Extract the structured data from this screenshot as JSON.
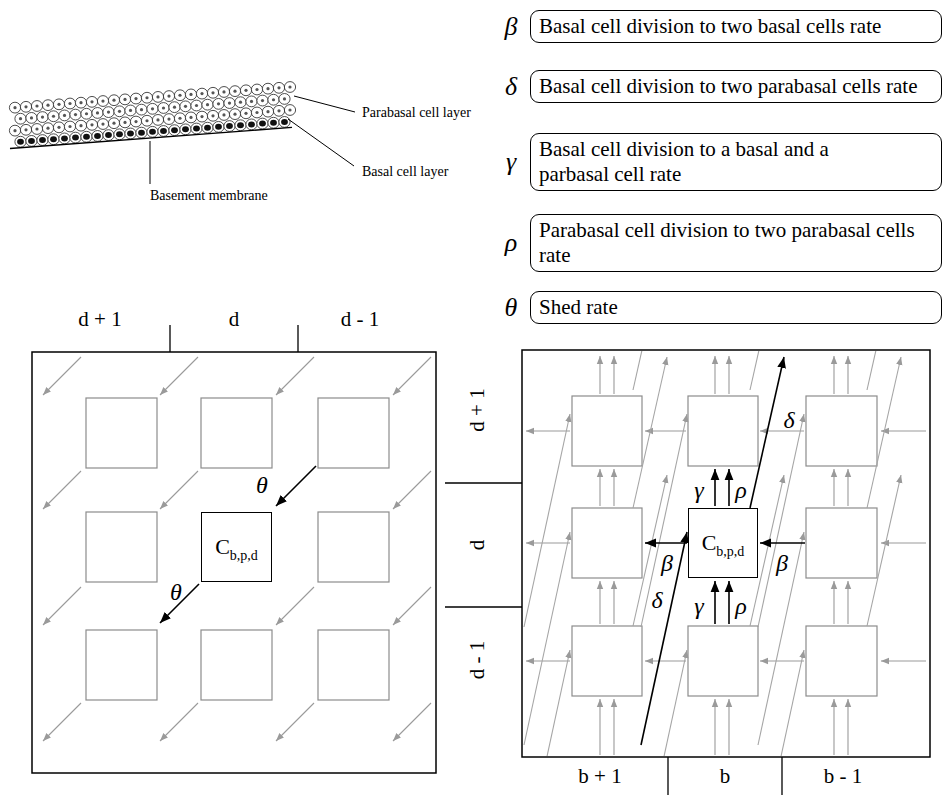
{
  "diagram": {
    "nodes": [
      {
        "text": [
          "β",
          "Basal cell division to two basal cells rate"
        ]
      },
      {
        "text": [
          "δ",
          "Basal cell division to two parabasal cells rate"
        ]
      },
      {
        "text": [
          "γ",
          "Basal cell division to a basal and a parbasal cell rate"
        ]
      },
      {
        "text": [
          "ρ",
          "Parabasal cell division to two parabasal cells rate"
        ]
      },
      {
        "text": [
          "θ",
          "Shed rate"
        ]
      },
      {
        "text": [
          "C",
          "b,p,d"
        ]
      },
      {
        "text": [
          "C",
          "b,p,d"
        ]
      }
    ],
    "labels": [
      "Parabasal cell layer",
      "Basal cell layer",
      "Basement membrane",
      "d + 1",
      "d",
      "d - 1",
      "θ",
      "θ",
      "d + 1",
      "d",
      "d - 1",
      "δ",
      "γ",
      "ρ",
      "β",
      "β",
      "γ",
      "ρ",
      "δ",
      "b + 1",
      "b",
      "b - 1"
    ]
  }
}
